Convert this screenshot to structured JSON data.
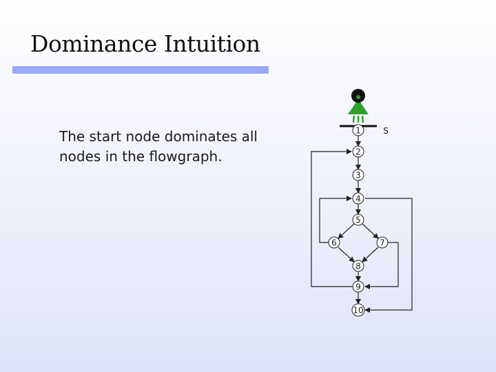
{
  "slide": {
    "title": "Dominance Intuition",
    "text_line1": "The start node dominates all",
    "text_line2": "nodes in the flowgraph."
  },
  "graph": {
    "start_label": "S",
    "nodes": [
      "1",
      "2",
      "3",
      "4",
      "5",
      "6",
      "7",
      "8",
      "9",
      "10"
    ]
  },
  "colors": {
    "title_underline": "#9aaaf2",
    "figure_green": "#2f9e2a",
    "figure_dark": "#111111"
  }
}
